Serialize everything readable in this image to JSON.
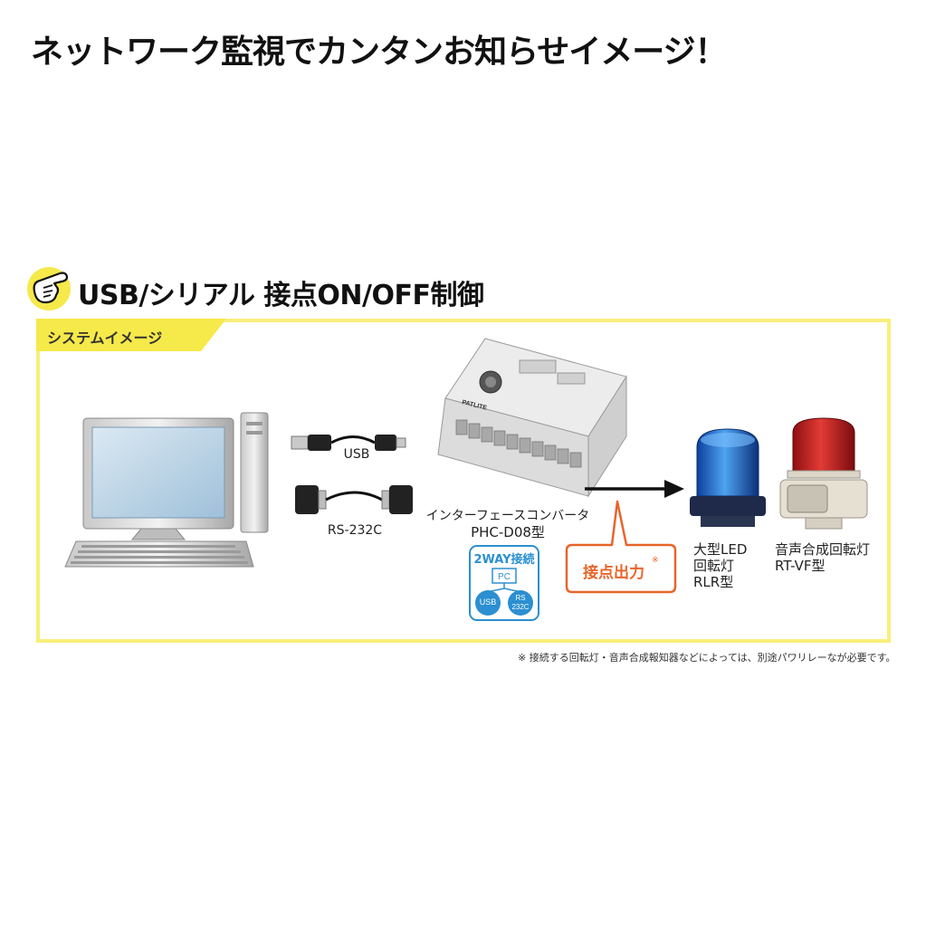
{
  "header": {
    "title": "ネットワーク監視でカンタンお知らせイメージ！"
  },
  "section": {
    "title": "USB/シリアル 接点ON/OFF制御",
    "tab_label": "システムイメージ"
  },
  "diagram": {
    "usb_label": "USB",
    "rs232_label": "RS-232C",
    "converter_label_line1": "インターフェースコンバータ",
    "converter_label_line2": "PHC-D08型",
    "converter_brand": "PATLITE",
    "twoway_title": "2WAY接続",
    "twoway_pc": "PC",
    "twoway_usb": "USB",
    "twoway_rs_line1": "RS",
    "twoway_rs_line2": "232C",
    "contact_output_label": "接点出力",
    "contact_output_mark": "※",
    "led_lamp_line1": "大型LED",
    "led_lamp_line2": "回転灯",
    "led_lamp_line3": "RLR型",
    "voice_lamp_line1": "音声合成回転灯",
    "voice_lamp_line2": "RT-VF型"
  },
  "footnote": "※ 接続する回転灯・音声合成報知器などによっては、別途パワリレーなが必要です。",
  "colors": {
    "frame_yellow": "#f9ef7a",
    "tab_yellow": "#f6e94a",
    "callout_orange": "#e8652a",
    "badge_blue": "#2b8fd1",
    "arrow": "#111111"
  }
}
